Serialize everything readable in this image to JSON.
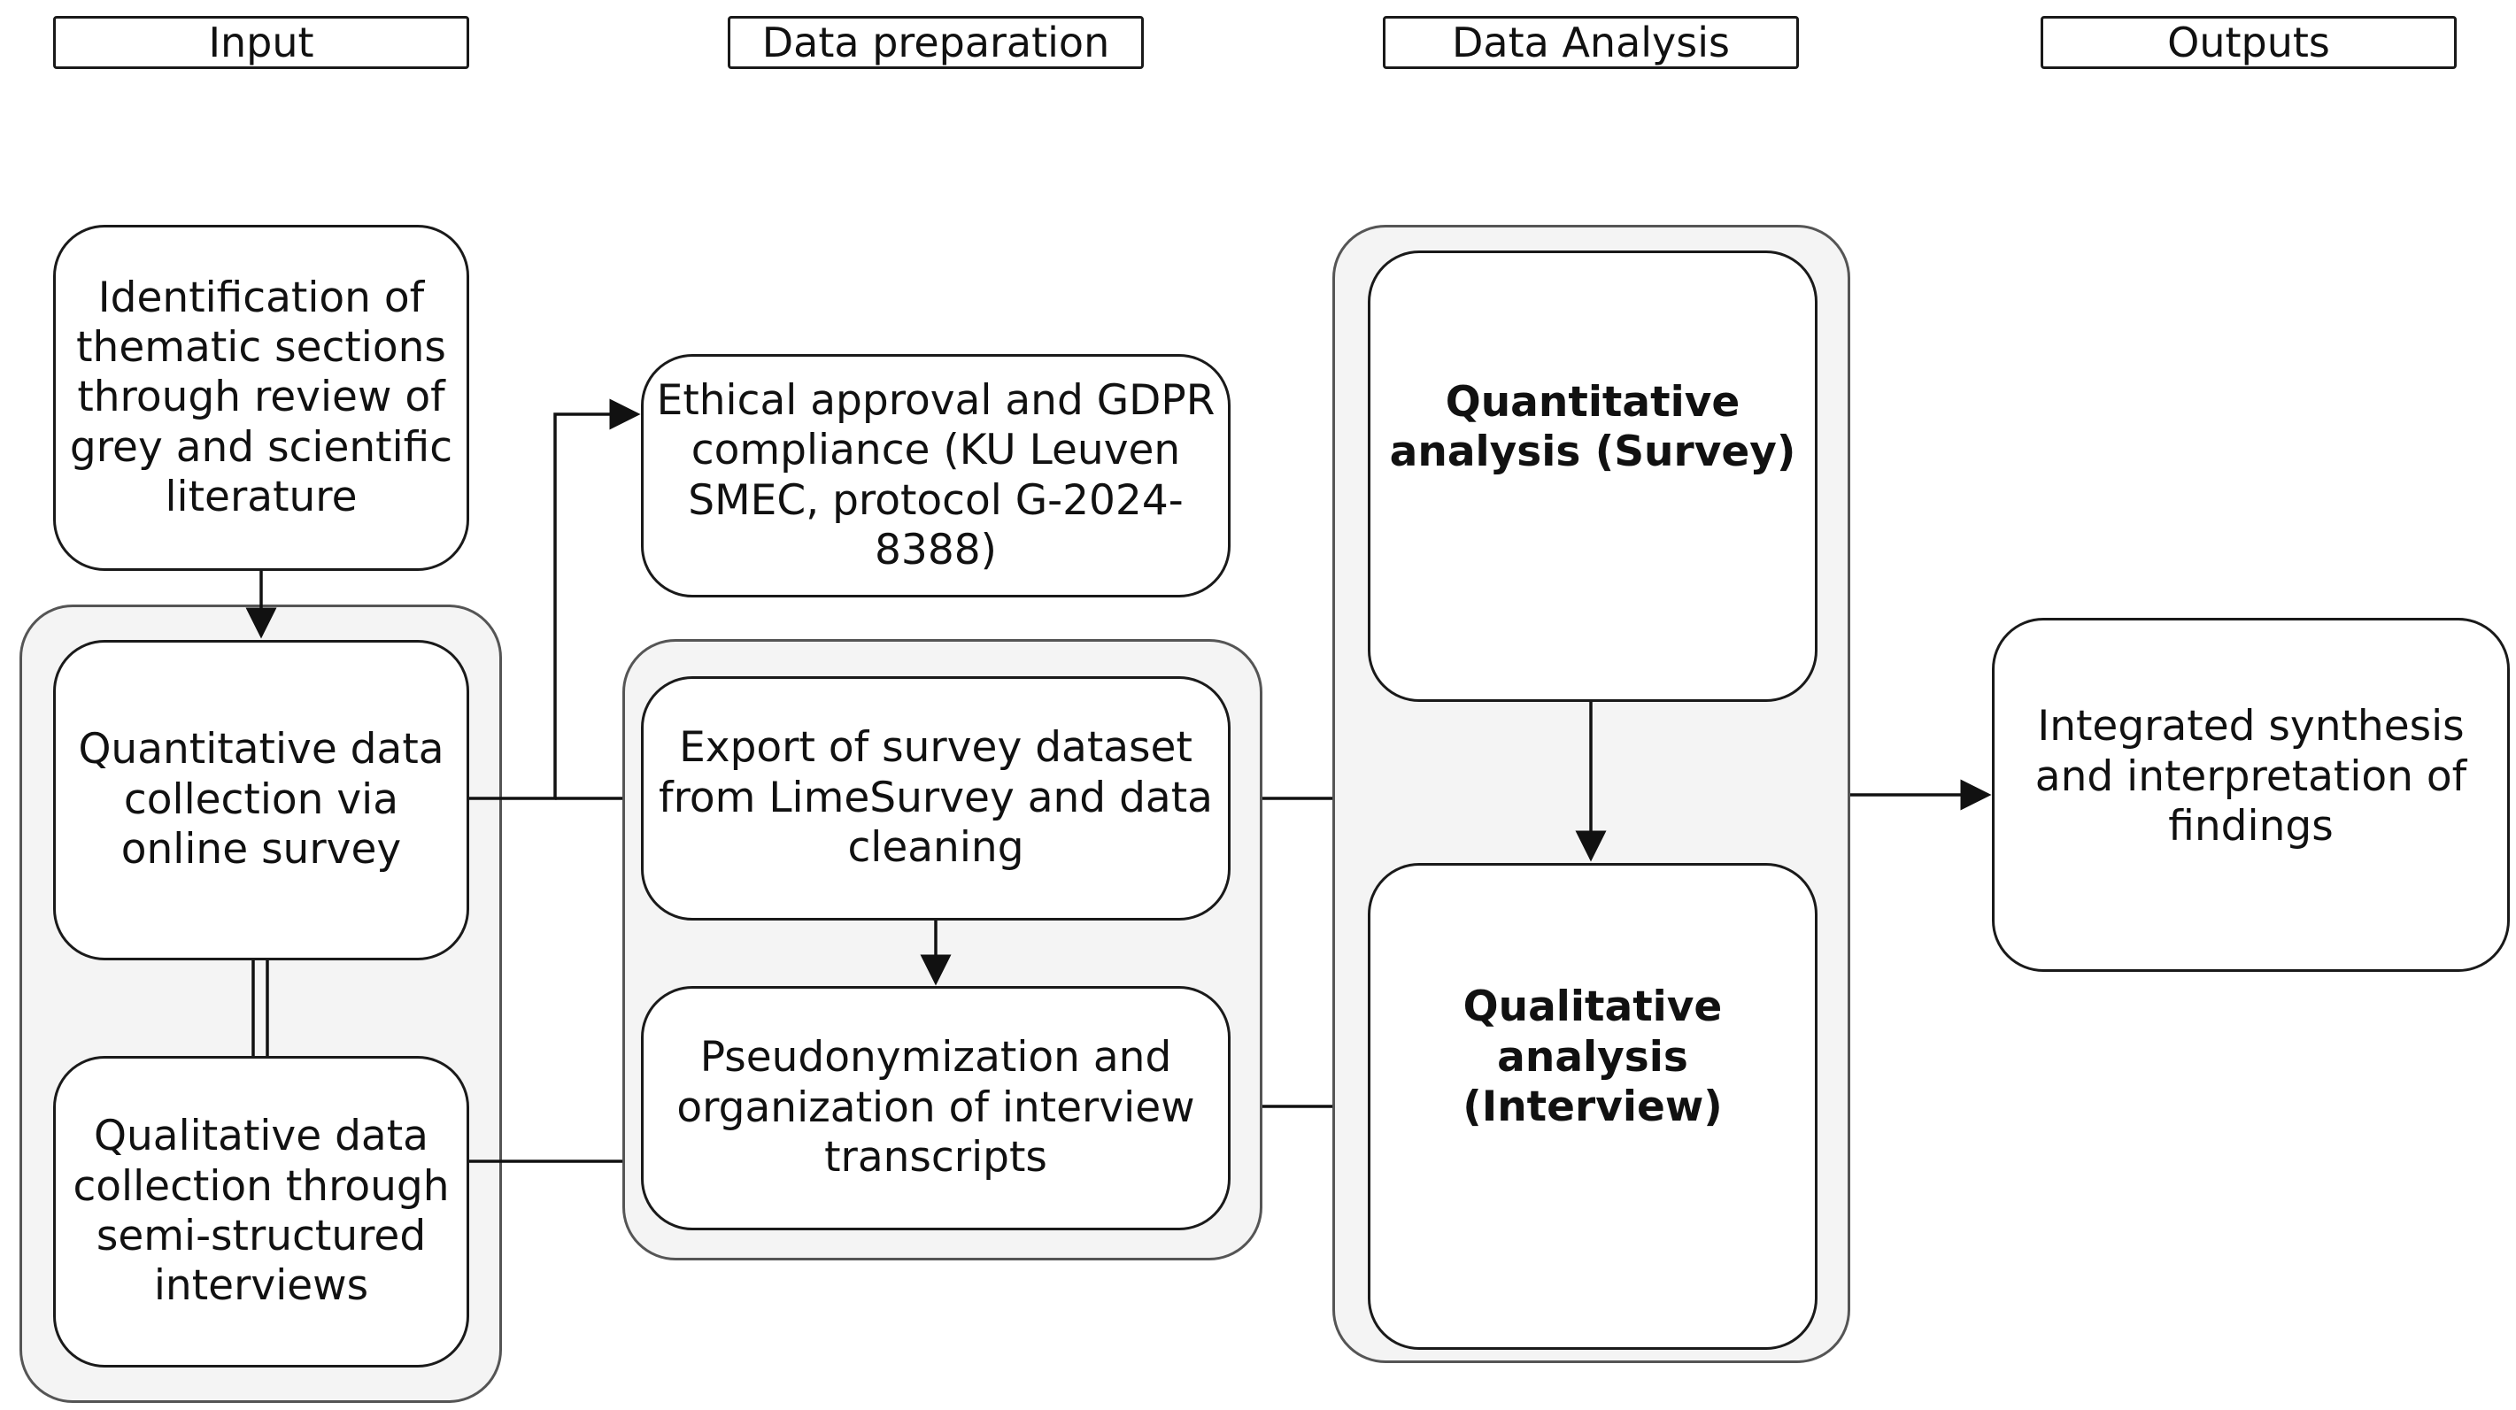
{
  "headers": {
    "input": "Input",
    "data_preparation": "Data preparation",
    "data_analysis": "Data Analysis",
    "outputs": "Outputs"
  },
  "nodes": {
    "identification": "Identification of\nthematic sections\nthrough review of\ngrey and scientific\nliterature",
    "quantitative_collection": "Quantitative data\ncollection via\nonline survey",
    "qualitative_collection": "Qualitative data\ncollection through\nsemi-structured\ninterviews",
    "ethical_approval": "Ethical approval and GDPR\ncompliance (KU Leuven\nSMEC, protocol G-2024-\n8388)",
    "export_survey": "Export of survey dataset\nfrom LimeSurvey and data\ncleaning",
    "pseudonymization": "Pseudonymization and\norganization of interview\ntranscripts",
    "quantitative_analysis": "Quantitative\nanalysis (Survey)",
    "qualitative_analysis": "Qualitative\nanalysis\n(Interview)",
    "integrated_synthesis": "Integrated synthesis\nand interpretation of\nfindings"
  }
}
